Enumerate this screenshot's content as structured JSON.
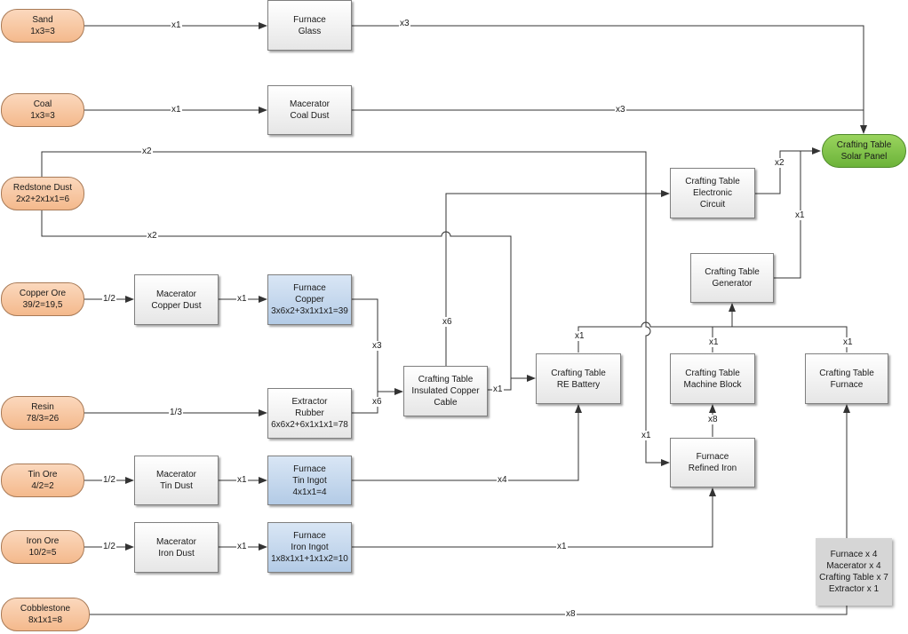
{
  "nodes": {
    "sand": {
      "line1": "Sand",
      "line2": "1x3=3"
    },
    "coal": {
      "line1": "Coal",
      "line2": "1x3=3"
    },
    "redstone_dust": {
      "line1": "Redstone Dust",
      "line2": "2x2+2x1x1=6"
    },
    "copper_ore": {
      "line1": "Copper Ore",
      "line2": "39/2=19,5"
    },
    "resin": {
      "line1": "Resin",
      "line2": "78/3=26"
    },
    "tin_ore": {
      "line1": "Tin Ore",
      "line2": "4/2=2"
    },
    "iron_ore": {
      "line1": "Iron Ore",
      "line2": "10/2=5"
    },
    "cobblestone": {
      "line1": "Cobblestone",
      "line2": "8x1x1=8"
    },
    "furnace_glass": {
      "line1": "Furnace",
      "line2": "Glass"
    },
    "macerator_coal_dust": {
      "line1": "Macerator",
      "line2": "Coal Dust"
    },
    "macerator_copper_dust": {
      "line1": "Macerator",
      "line2": "Copper Dust"
    },
    "furnace_copper": {
      "line1": "Furnace",
      "line2": "Copper",
      "line3": "3x6x2+3x1x1x1=39"
    },
    "extractor_rubber": {
      "line1": "Extractor",
      "line2": "Rubber",
      "line3": "6x6x2+6x1x1x1=78"
    },
    "macerator_tin_dust": {
      "line1": "Macerator",
      "line2": "Tin Dust"
    },
    "furnace_tin_ingot": {
      "line1": "Furnace",
      "line2": "Tin Ingot",
      "line3": "4x1x1=4"
    },
    "macerator_iron_dust": {
      "line1": "Macerator",
      "line2": "Iron Dust"
    },
    "furnace_iron_ingot": {
      "line1": "Furnace",
      "line2": "Iron Ingot",
      "line3": "1x8x1x1+1x1x2=10"
    },
    "insulated_copper_cable": {
      "line1": "Crafting Table",
      "line2": "Insulated Copper",
      "line3": "Cable"
    },
    "re_battery": {
      "line1": "Crafting Table",
      "line2": "RE Battery"
    },
    "electronic_circuit": {
      "line1": "Crafting Table",
      "line2": "Electronic",
      "line3": "Circuit"
    },
    "generator": {
      "line1": "Crafting Table",
      "line2": "Generator"
    },
    "machine_block": {
      "line1": "Crafting Table",
      "line2": "Machine Block"
    },
    "furnace_ct": {
      "line1": "Crafting Table",
      "line2": "Furnace"
    },
    "refined_iron": {
      "line1": "Furnace",
      "line2": "Refined Iron"
    },
    "solar_panel": {
      "line1": "Crafting Table",
      "line2": "Solar Panel"
    }
  },
  "summary": {
    "line1": "Furnace x 4",
    "line2": "Macerator x 4",
    "line3": "Crafting Table x 7",
    "line4": "Extractor x 1"
  },
  "edges": [
    {
      "id": "sand-glass",
      "label": "x1"
    },
    {
      "id": "glass-solar",
      "label": "x3"
    },
    {
      "id": "coal-dust",
      "label": "x1"
    },
    {
      "id": "coaldust-solar",
      "label": "x3"
    },
    {
      "id": "redstone-refined",
      "label": "x2"
    },
    {
      "id": "redstone-battery",
      "label": "x2"
    },
    {
      "id": "copperore-dust",
      "label": "1/2"
    },
    {
      "id": "copperdust-furnace",
      "label": "x1"
    },
    {
      "id": "copper-cable",
      "label": "x3"
    },
    {
      "id": "resin-rubber",
      "label": "1/3"
    },
    {
      "id": "rubber-cable",
      "label": "x6"
    },
    {
      "id": "cable-circuit",
      "label": "x6"
    },
    {
      "id": "cable-battery",
      "label": "x1"
    },
    {
      "id": "tinore-dust",
      "label": "1/2"
    },
    {
      "id": "tindust-ingot",
      "label": "x1"
    },
    {
      "id": "tin-battery",
      "label": "x4"
    },
    {
      "id": "ironore-dust",
      "label": "1/2"
    },
    {
      "id": "irondust-ingot",
      "label": "x1"
    },
    {
      "id": "iron-refined",
      "label": "x1"
    },
    {
      "id": "cobble-furnace",
      "label": "x8"
    },
    {
      "id": "refined-circuit",
      "label": "x1"
    },
    {
      "id": "refined-machine",
      "label": "x8"
    },
    {
      "id": "circuit-solar",
      "label": "x2"
    },
    {
      "id": "generator-solar",
      "label": "x1"
    },
    {
      "id": "battery-generator",
      "label": "x1"
    },
    {
      "id": "machine-generator",
      "label": "x1"
    },
    {
      "id": "furnace-generator",
      "label": "x1"
    }
  ]
}
